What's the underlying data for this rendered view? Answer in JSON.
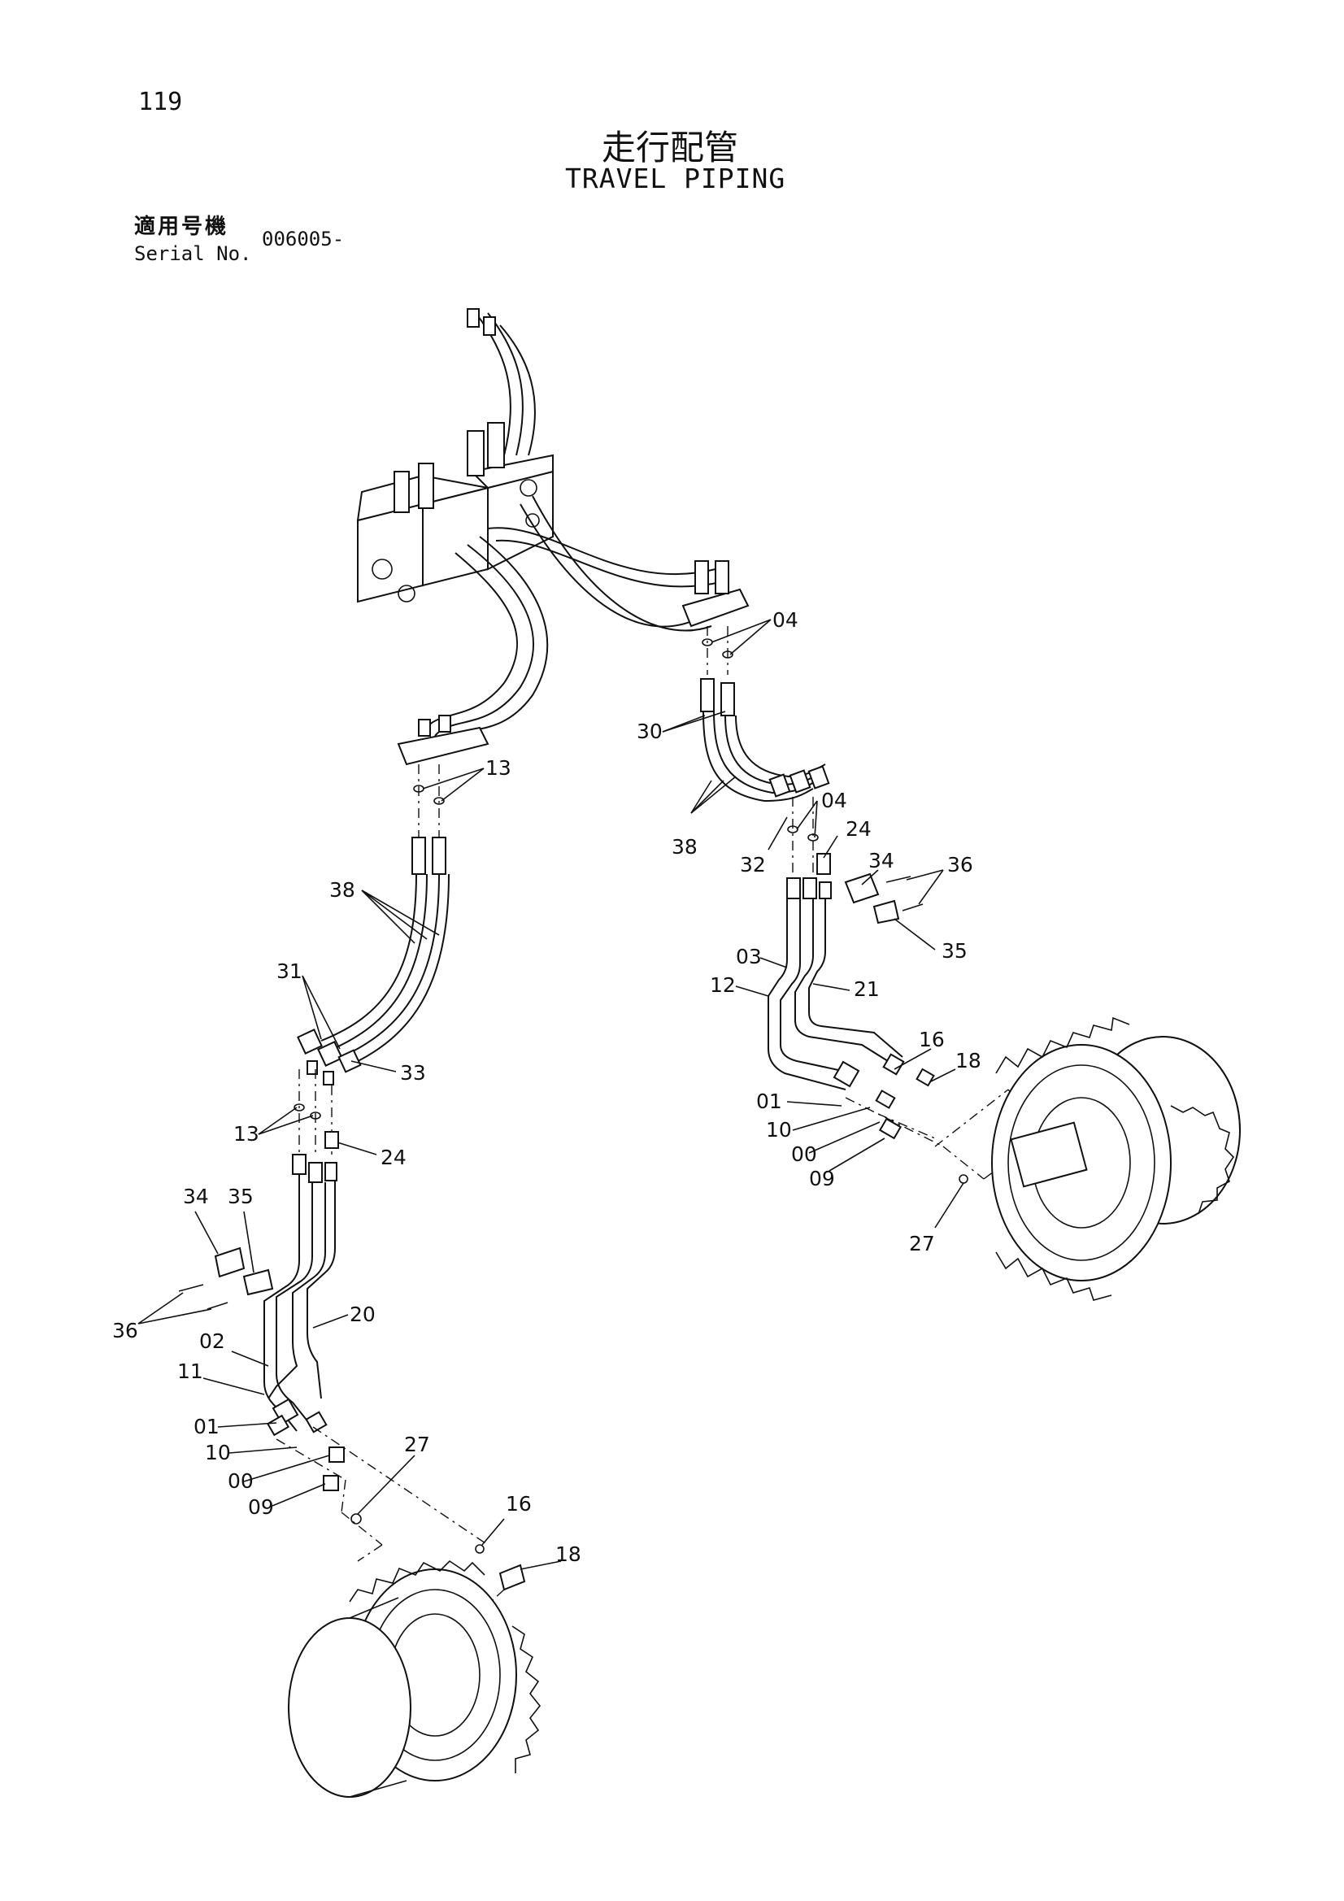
{
  "header": {
    "page_number": "119",
    "title_ja": "走行配管",
    "title_en": "TRAVEL PIPING",
    "serial_label_ja": "適用号機",
    "serial_label_en": "Serial No.",
    "serial_value": "006005-"
  },
  "part_labels": {
    "p04a": "04",
    "p30": "30",
    "p13a": "13",
    "p04b": "04",
    "p24a": "24",
    "p38a": "38",
    "p32": "32",
    "p34a": "34",
    "p36a": "36",
    "p38b": "38",
    "p35a": "35",
    "p03": "03",
    "p12": "12",
    "p21": "21",
    "p31": "31",
    "p16a": "16",
    "p18a": "18",
    "p33": "33",
    "p01a": "01",
    "p10a": "10",
    "p00a": "00",
    "p09a": "09",
    "p13b": "13",
    "p24b": "24",
    "p27a": "27",
    "p34b": "34",
    "p35b": "35",
    "p20": "20",
    "p36b": "36",
    "p02": "02",
    "p11": "11",
    "p01b": "01",
    "p27b": "27",
    "p10b": "10",
    "p00b": "00",
    "p09b": "09",
    "p16b": "16",
    "p18b": "18"
  }
}
